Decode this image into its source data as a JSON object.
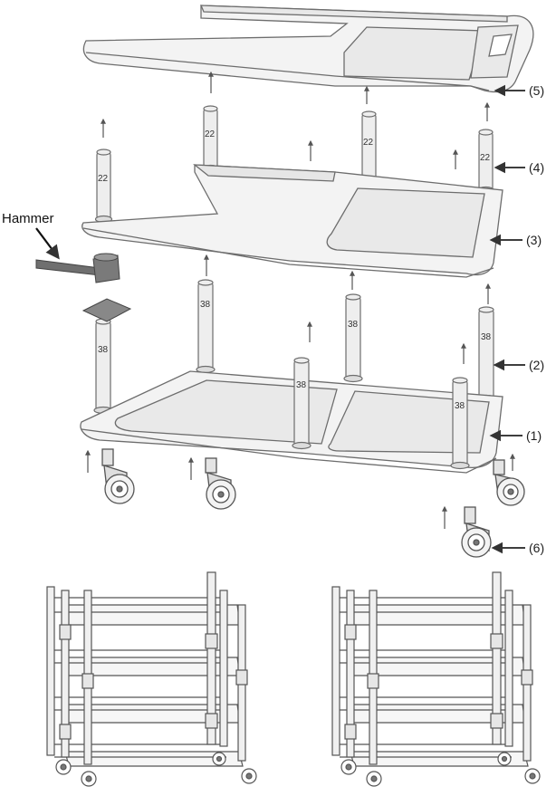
{
  "hammer_label": "Hammer",
  "callouts": {
    "c1": "(1)",
    "c2": "(2)",
    "c3": "(3)",
    "c4": "(4)",
    "c5": "(5)",
    "c6": "(6)"
  },
  "post_labels": {
    "long": "38",
    "short": "22"
  },
  "colors": {
    "stroke": "#6d6d6d",
    "shelf_fill": "#f3f3f3",
    "tray_fill": "#e9e9e9",
    "post_fill": "#eeeeee",
    "hammer_fill": "#7a7a7a",
    "pad_fill": "#888888"
  }
}
